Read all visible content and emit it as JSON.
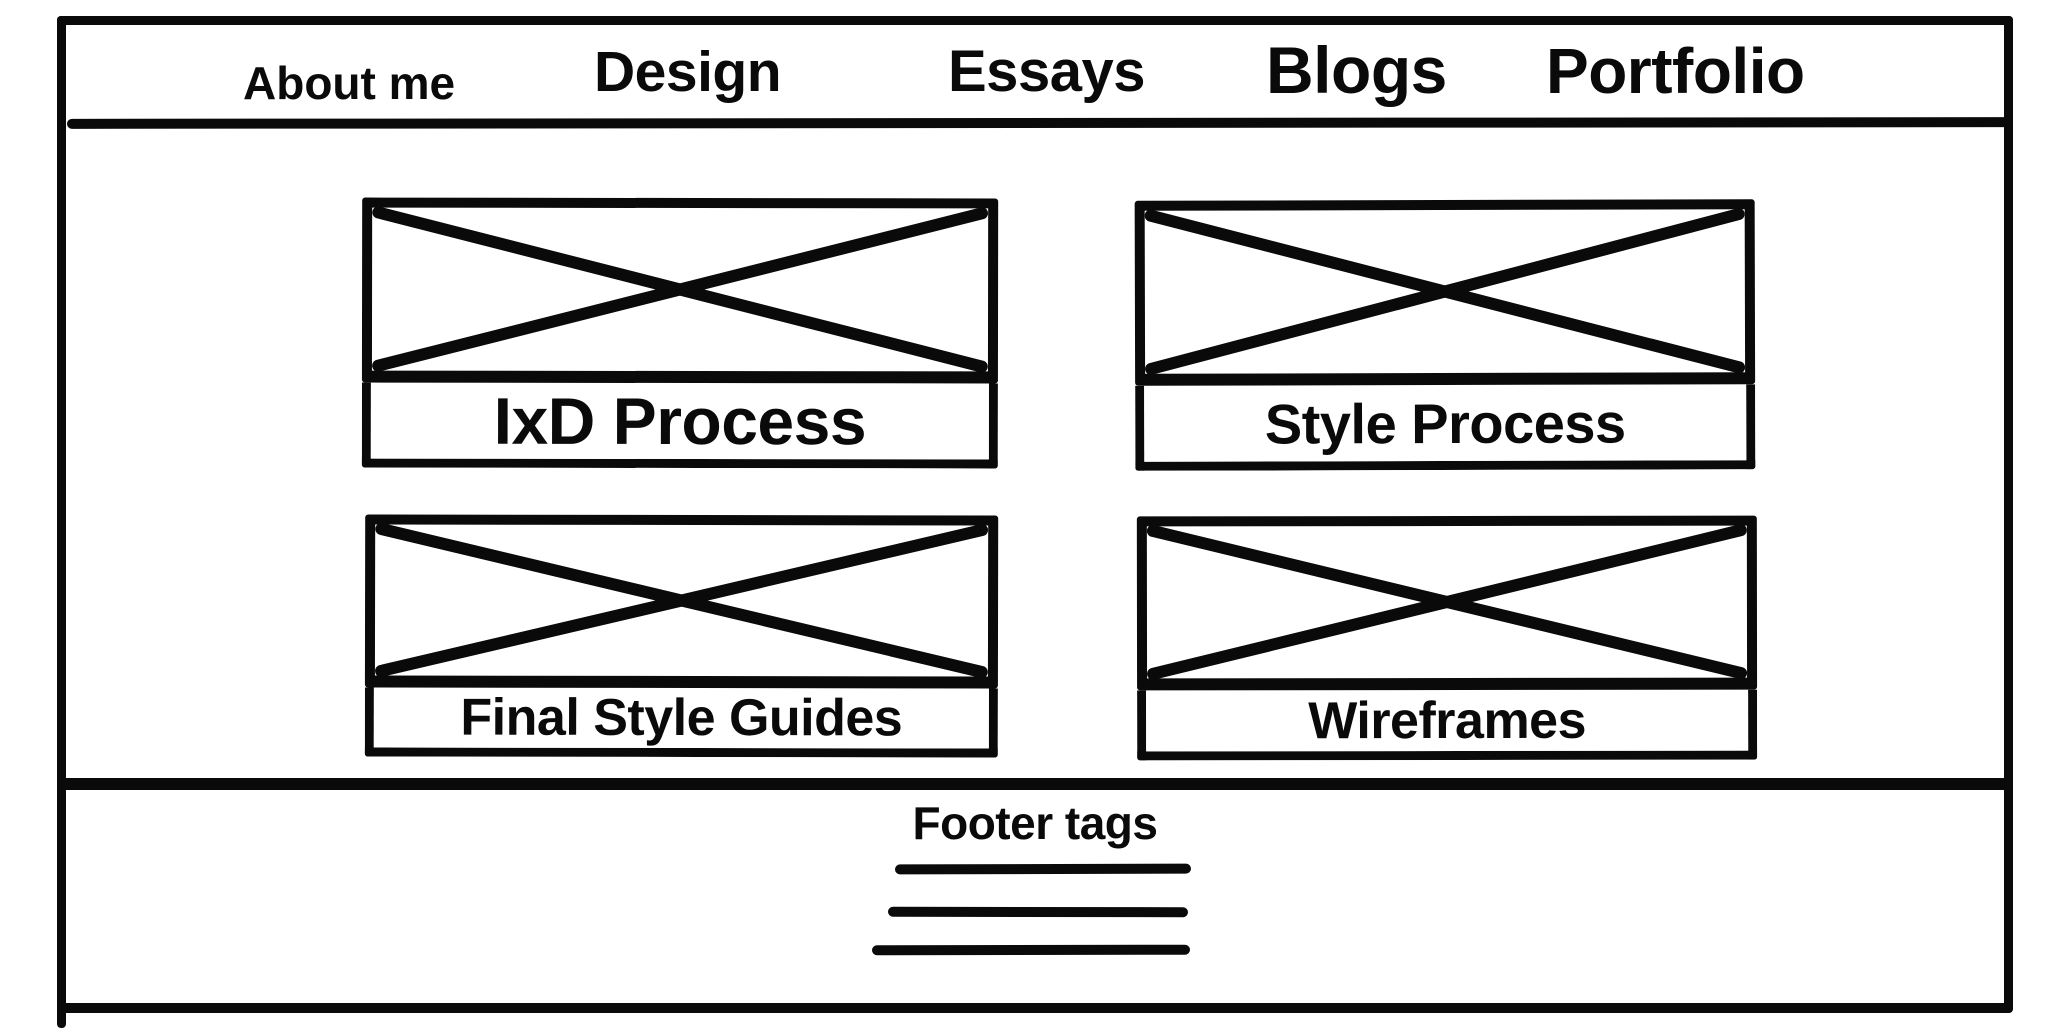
{
  "page": {
    "type": "hand-drawn website wireframe",
    "background_color": "#ffffff",
    "ink_color": "#0a0a0a"
  },
  "nav": {
    "items": [
      {
        "label": "About me"
      },
      {
        "label": "Design"
      },
      {
        "label": "Essays"
      },
      {
        "label": "Blogs"
      },
      {
        "label": "Portfolio"
      }
    ]
  },
  "cards": [
    {
      "caption": "IxD Process"
    },
    {
      "caption": "Style Process"
    },
    {
      "caption": "Final Style Guides"
    },
    {
      "caption": "Wireframes"
    }
  ],
  "footer": {
    "title": "Footer tags",
    "tag_line_count": 3
  }
}
